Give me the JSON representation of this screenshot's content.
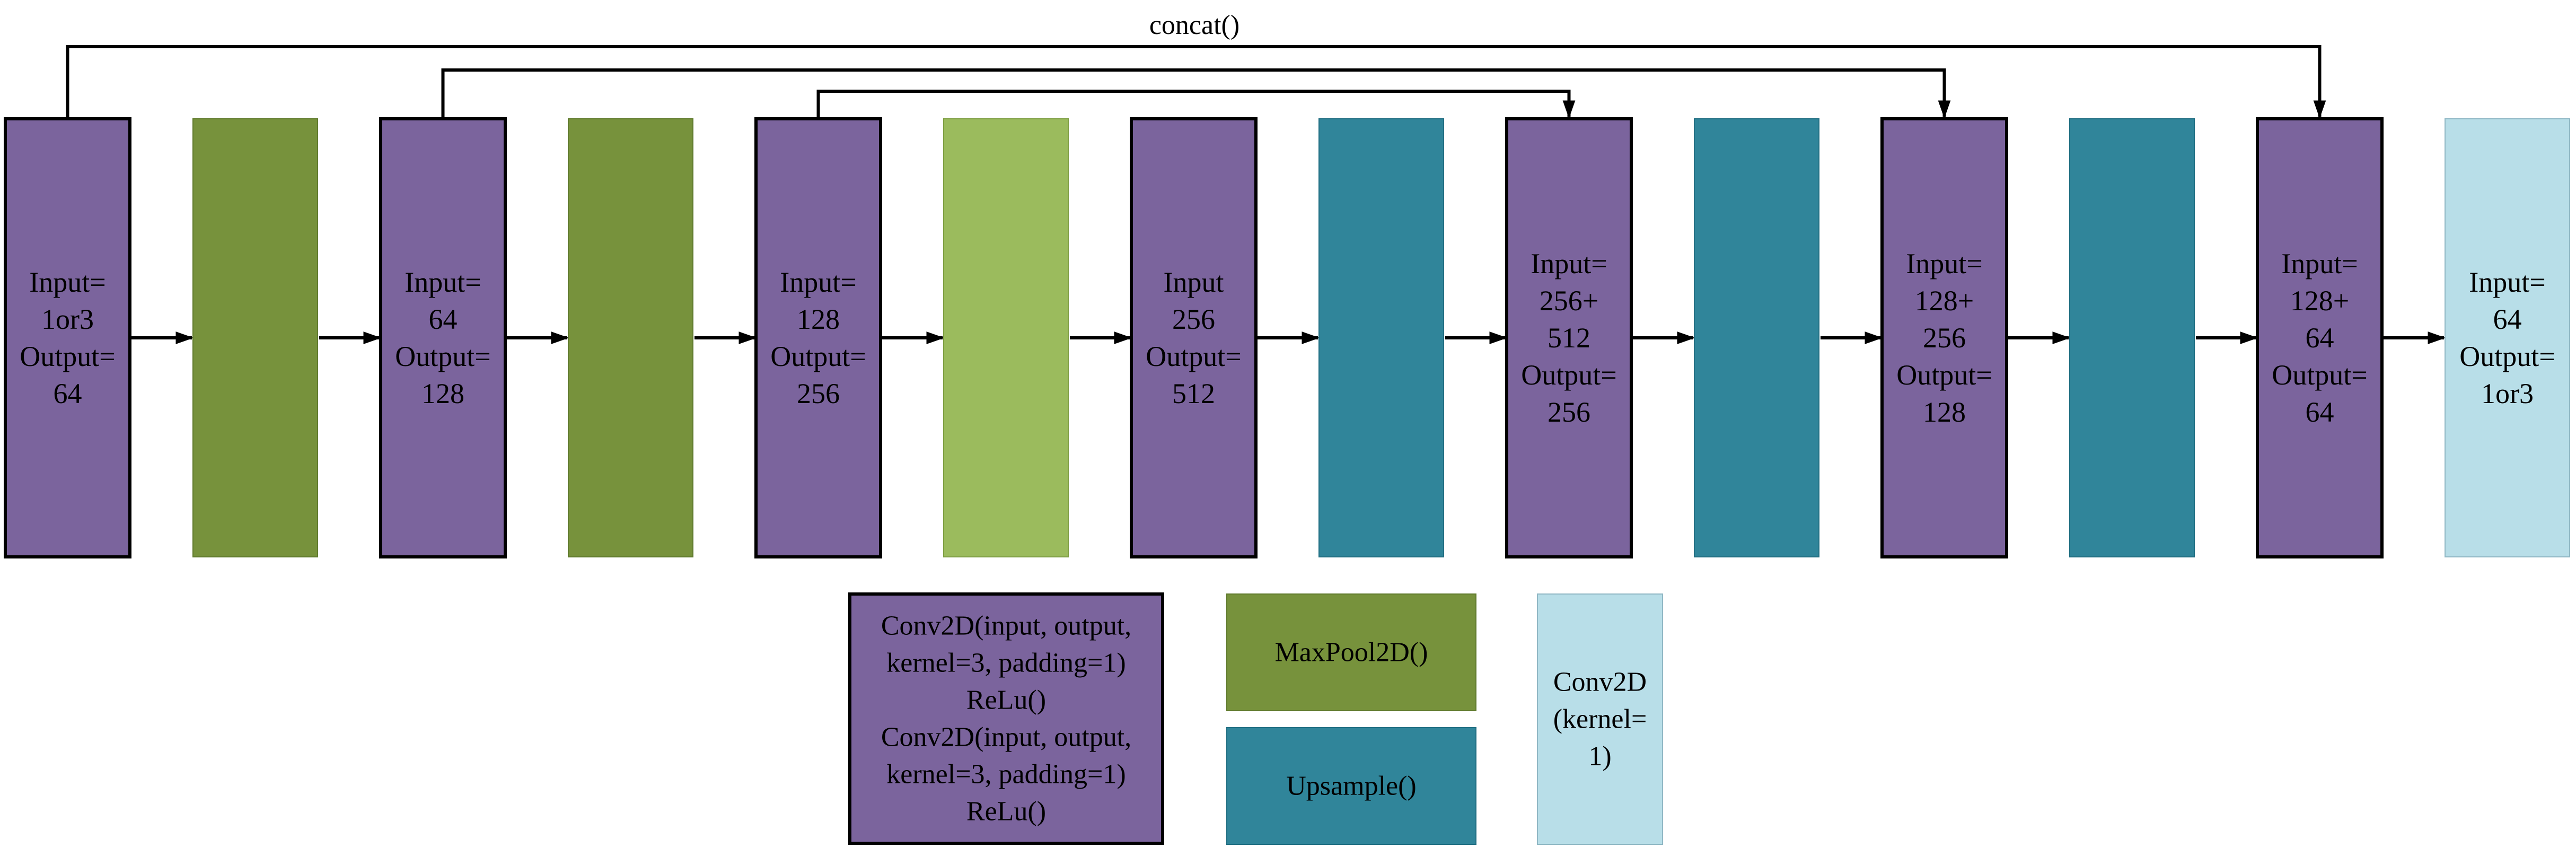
{
  "colors": {
    "conv_block": "#7b649d",
    "maxpool": "#77923c",
    "maxpool_light": "#9bbb5d",
    "upsample": "#30859a",
    "conv1x1": "#b8dee8",
    "line": "#000000"
  },
  "concat_label": "concat()",
  "blocks": [
    {
      "kind": "conv",
      "lines": [
        "Input=",
        "1or3",
        "Output=",
        "64"
      ]
    },
    {
      "kind": "maxpool",
      "lines": []
    },
    {
      "kind": "conv",
      "lines": [
        "Input=",
        "64",
        "Output=",
        "128"
      ]
    },
    {
      "kind": "maxpool",
      "lines": []
    },
    {
      "kind": "conv",
      "lines": [
        "Input=",
        "128",
        "Output=",
        "256"
      ]
    },
    {
      "kind": "maxpool_light",
      "lines": []
    },
    {
      "kind": "conv",
      "lines": [
        "Input",
        "256",
        "Output=",
        "512"
      ]
    },
    {
      "kind": "upsample",
      "lines": []
    },
    {
      "kind": "conv",
      "lines": [
        "Input=",
        "256+",
        "512",
        "Output=",
        "256"
      ]
    },
    {
      "kind": "upsample",
      "lines": []
    },
    {
      "kind": "conv",
      "lines": [
        "Input=",
        "128+",
        "256",
        "Output=",
        "128"
      ]
    },
    {
      "kind": "upsample",
      "lines": []
    },
    {
      "kind": "conv",
      "lines": [
        "Input=",
        "128+",
        "64",
        "Output=",
        "64"
      ]
    },
    {
      "kind": "conv1x1",
      "lines": [
        "Input=",
        "64",
        "Output=",
        "1or3"
      ]
    }
  ],
  "skips": [
    {
      "from": 0,
      "to": 12
    },
    {
      "from": 2,
      "to": 10
    },
    {
      "from": 4,
      "to": 8
    }
  ],
  "legend": {
    "conv": {
      "lines": [
        "Conv2D(input, output,",
        "kernel=3, padding=1)",
        "ReLu()",
        "Conv2D(input, output,",
        "kernel=3, padding=1)",
        "ReLu()"
      ]
    },
    "maxpool": {
      "lines": [
        "MaxPool2D()"
      ]
    },
    "upsample": {
      "lines": [
        "Upsample()"
      ]
    },
    "conv1x1": {
      "lines": [
        "Conv2D",
        "(kernel=",
        "1)"
      ]
    }
  }
}
